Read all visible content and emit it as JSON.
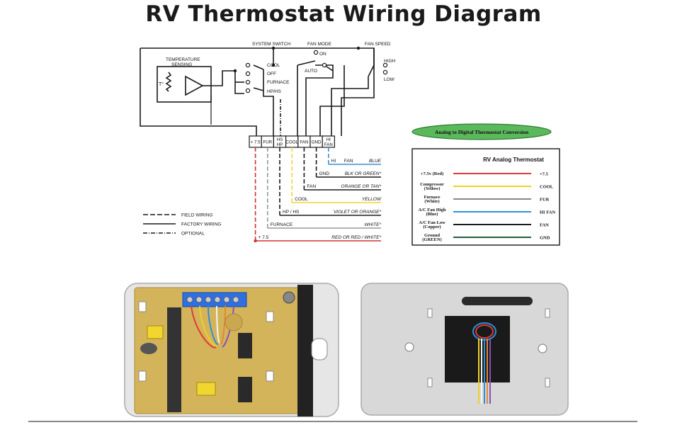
{
  "title": "RV Thermostat Wiring Diagram",
  "schematic": {
    "labels": {
      "system_switch": "SYSTEM SWITCH",
      "fan_mode": "FAN MODE",
      "fan_speed": "FAN SPEED",
      "temperature_sensing": "TEMPERATURE",
      "sensing": "SENSING",
      "sensor_symbol": "T°",
      "on": "ON",
      "auto": "AUTO",
      "high": "HIGH",
      "low": "LOW",
      "cool": "COOL",
      "off": "OFF",
      "furnace": "FURNACE",
      "hp_hs": "HP/HS"
    },
    "terminals": [
      {
        "label": "+ 7.5",
        "label2": ""
      },
      {
        "label": "FUR",
        "label2": ""
      },
      {
        "label": "HS",
        "label2": "HP"
      },
      {
        "label": "COOL",
        "label2": ""
      },
      {
        "label": "FAN",
        "label2": ""
      },
      {
        "label": "GND",
        "label2": ""
      },
      {
        "label": "HI",
        "label2": "FAN"
      }
    ],
    "wires": [
      {
        "short": "HI",
        "tag": "FAN",
        "color_text": "BLUE",
        "color": "#3a8fd0"
      },
      {
        "short": "GND",
        "tag": "",
        "color_text": "BLK OR GREEN*",
        "color": "#1a1a1a"
      },
      {
        "short": "FAN",
        "tag": "",
        "color_text": "ORANGE OR TAN*",
        "color": "#1a1a1a"
      },
      {
        "short": "COOL",
        "tag": "",
        "color_text": "YELLOW",
        "color": "#f2d630"
      },
      {
        "short": "HP / HS",
        "tag": "",
        "color_text": "VIOLET OR ORANGE*",
        "color": "#1a1a1a"
      },
      {
        "short": "FURNACE",
        "tag": "",
        "color_text": "WHITE*",
        "color": "#999999"
      },
      {
        "short": "+ 7.5",
        "tag": "",
        "color_text": "RED OR RED / WHITE*",
        "color": "#d03030"
      }
    ],
    "legend": [
      {
        "label": "FIELD WIRING",
        "style": "dashed"
      },
      {
        "label": "FACTORY WIRING",
        "style": "solid"
      },
      {
        "label": "OPTIONAL",
        "style": "dashdot"
      }
    ]
  },
  "conversion": {
    "badge": "Analog to Digital Thermostat Conversion",
    "badge_color": "#5cb85c",
    "table_title": "RV Analog Thermostat",
    "rows": [
      {
        "left": "+7.5v (Red)",
        "left2": "",
        "right": "+7.5",
        "color": "#e03a3a"
      },
      {
        "left": "Compressor",
        "left2": "(Yellow)",
        "right": "COOL",
        "color": "#f0d020"
      },
      {
        "left": "Furnace",
        "left2": "(White)",
        "right": "FUR",
        "color": "#888888"
      },
      {
        "left": "A/C Fan High",
        "left2": "(Blue)",
        "right": "HI FAN",
        "color": "#2f8fd8"
      },
      {
        "left": "A/C Fan Low",
        "left2": "(Copper)",
        "right": "FAN",
        "color": "#1a1a1a"
      },
      {
        "left": "Ground",
        "left2": "(GREEN)",
        "right": "GND",
        "color": "#1f5f3f"
      }
    ]
  }
}
